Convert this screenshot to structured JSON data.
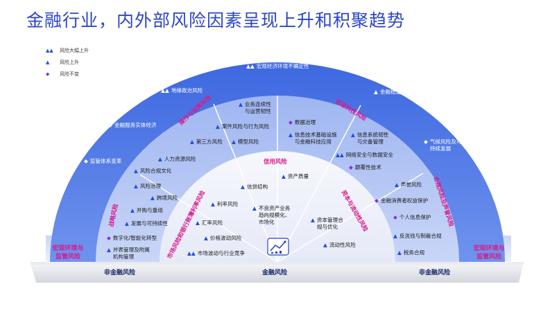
{
  "title": "金融行业，内外部风险因素呈现上升和积聚趋势",
  "legend": [
    {
      "icon": "double-up-arrow-icon",
      "label": "风险大幅上升"
    },
    {
      "icon": "up-arrow-icon",
      "label": "风险上升"
    },
    {
      "icon": "diamond-icon",
      "label": "风险不变"
    }
  ],
  "colors": {
    "outer_band": "#4b76e6",
    "inner_band": "#aabef2",
    "core": "#f1f3fb",
    "up": "#1f4fd8",
    "same": "#8a2be2",
    "category": "#d81b8c",
    "title": "#2b45c8"
  },
  "outer_items": [
    {
      "icon": "double-up",
      "label": "宏观经济环境不确定性"
    },
    {
      "icon": "double-up",
      "label": "地缘政治风险"
    },
    {
      "icon": "up",
      "label": "金融稳定"
    },
    {
      "icon": "diamond",
      "label": "金融服务实体经济"
    },
    {
      "icon": "diamond",
      "label": "气候风险及可\n持续发展"
    },
    {
      "icon": "diamond",
      "label": "监管体系变革"
    }
  ],
  "segments": {
    "ops": {
      "label": "操作与运营风险",
      "items": [
        {
          "icon": "up",
          "label": "业务连续性\n与运营韧性"
        },
        {
          "icon": "up",
          "label": "案件风险与行为风险"
        },
        {
          "icon": "up",
          "label": "第三方风险"
        },
        {
          "icon": "up",
          "label": "模型风险"
        },
        {
          "icon": "up",
          "label": "人力资源风险"
        }
      ]
    },
    "tech": {
      "label": "信息科技风险",
      "items": [
        {
          "icon": "diamond",
          "label": "数据治理"
        },
        {
          "icon": "up",
          "label": "信息技术基础设施\n与金融科技应用"
        },
        {
          "icon": "up",
          "label": "信息系统韧性\n与灾备管理"
        },
        {
          "icon": "double-up",
          "label": "网络安全与数据安全"
        },
        {
          "icon": "diamond",
          "label": "颠覆性技术"
        }
      ]
    },
    "strategy": {
      "label": "战略风险",
      "items": [
        {
          "icon": "up",
          "label": "风险合规文化"
        },
        {
          "icon": "up",
          "label": "风险治理"
        },
        {
          "icon": "up",
          "label": "跨境风险"
        },
        {
          "icon": "up",
          "label": "并购与重组"
        },
        {
          "icon": "up",
          "label": "发展与可持续性"
        },
        {
          "icon": "diamond",
          "label": "数字化/智能化转型"
        },
        {
          "icon": "up",
          "label": "并表管理及附属\n机构管理"
        }
      ]
    },
    "market": {
      "label": "市场风险和银行账簿利率风险",
      "items": [
        {
          "icon": "up",
          "label": "利率风险"
        },
        {
          "icon": "up",
          "label": "汇率风险"
        },
        {
          "icon": "up",
          "label": "价格波动风险"
        },
        {
          "icon": "double-up",
          "label": "市场波动与行业竞争"
        }
      ]
    },
    "credit": {
      "label": "信用风险",
      "items": [
        {
          "icon": "up",
          "label": "资产质量"
        },
        {
          "icon": "up",
          "label": "信贷结构"
        },
        {
          "icon": "up",
          "label": "不良资产业务\n趋向规模化、\n市场化"
        }
      ]
    },
    "capital": {
      "label": "资本与流动性风险",
      "items": [
        {
          "icon": "up",
          "label": "资本管理合\n规与优化"
        },
        {
          "icon": "up",
          "label": "流动性风险"
        }
      ]
    },
    "compliance": {
      "label": "合规风险及声誉风险",
      "items": [
        {
          "icon": "up",
          "label": "声誉风险"
        },
        {
          "icon": "diamond",
          "label": "金融消费者权益保护"
        },
        {
          "icon": "diamond",
          "label": "个人信息保护"
        },
        {
          "icon": "up",
          "label": "反洗钱与制裁合规"
        },
        {
          "icon": "up",
          "label": "税务合规"
        }
      ]
    }
  },
  "sides": {
    "left": "宏观环境与\n监管风险",
    "right": "宏观环境与\n监管风险"
  },
  "base": {
    "left": "非金融风险",
    "center": "金融风险",
    "right": "非金融风险"
  }
}
